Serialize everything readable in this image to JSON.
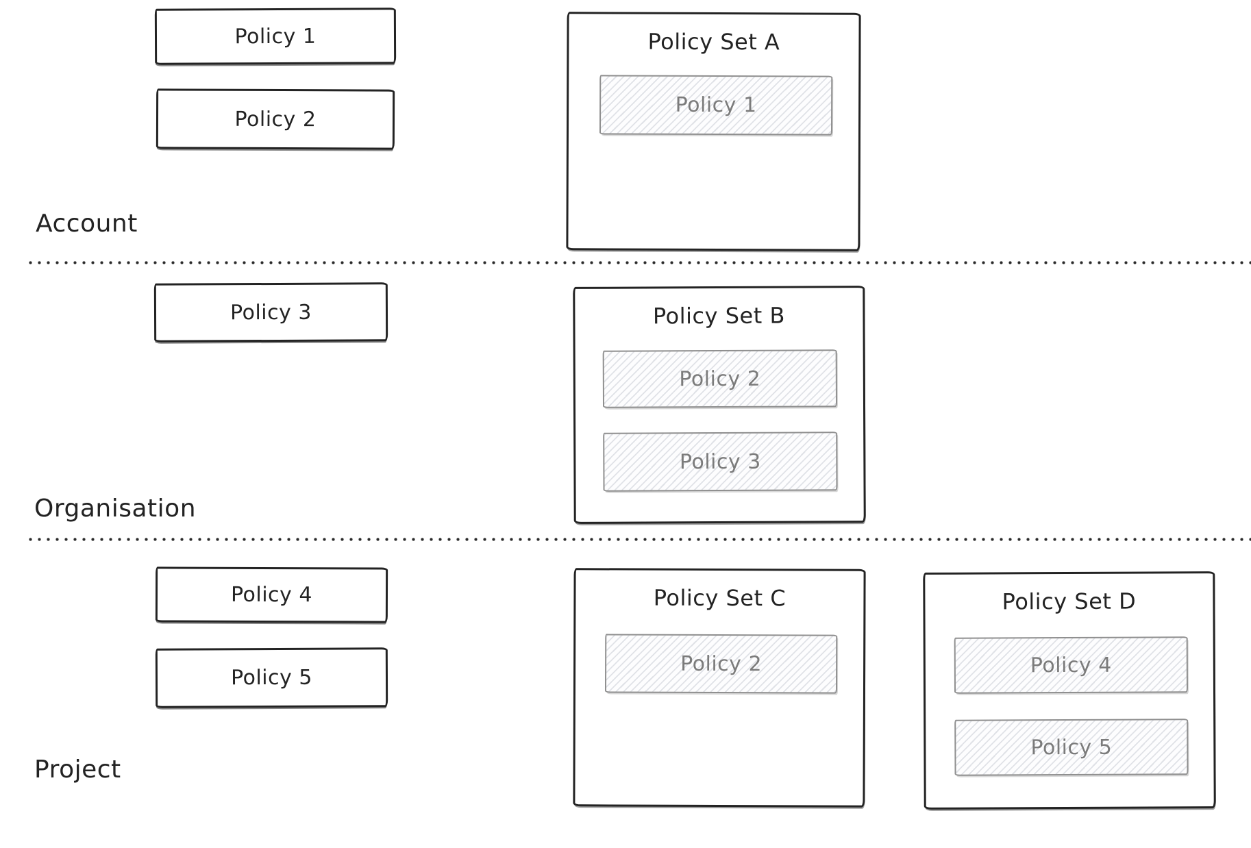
{
  "style": {
    "background": "#ffffff",
    "stroke": "#232323",
    "hatch_border": "#8f8f8f",
    "hatch_text": "#7b7b7b",
    "hatch_line": "#e0e2e7",
    "divider_dot": "#2a2a2a"
  },
  "sections": [
    {
      "label": "Account",
      "policies": [
        "Policy 1",
        "Policy 2"
      ],
      "policy_sets": [
        {
          "title": "Policy Set A",
          "members": [
            "Policy 1"
          ]
        }
      ]
    },
    {
      "label": "Organisation",
      "policies": [
        "Policy 3"
      ],
      "policy_sets": [
        {
          "title": "Policy Set B",
          "members": [
            "Policy 2",
            "Policy 3"
          ]
        }
      ]
    },
    {
      "label": "Project",
      "policies": [
        "Policy 4",
        "Policy 5"
      ],
      "policy_sets": [
        {
          "title": "Policy Set C",
          "members": [
            "Policy 2"
          ]
        },
        {
          "title": "Policy Set D",
          "members": [
            "Policy 4",
            "Policy 5"
          ]
        }
      ]
    }
  ]
}
